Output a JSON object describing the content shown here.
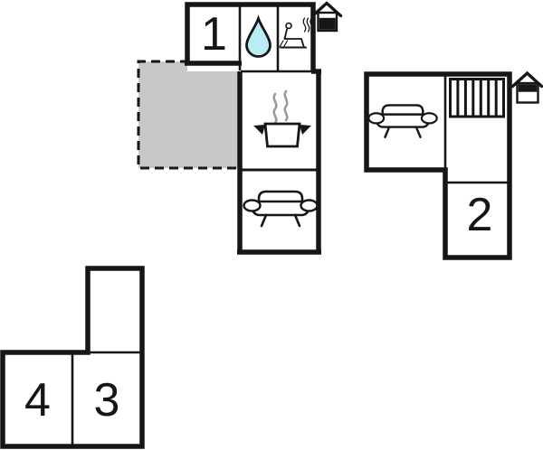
{
  "palette": {
    "wall": "#161616",
    "terrace_fill": "#c8c8c8",
    "water_drop_fill": "#b7edf3",
    "steam": "#9a9a9a",
    "background": "#ffffff"
  },
  "rooms": {
    "room1": {
      "label": "1",
      "features": [
        "water-drop-icon",
        "sauna-icon"
      ]
    },
    "room2": {
      "label": "2"
    },
    "room3": {
      "label": "3"
    },
    "room4": {
      "label": "4"
    },
    "kitchen": {
      "feature": "cooking-pot-icon"
    },
    "living_room_main": {
      "feature": "sofa-icon"
    },
    "living_room_annex": {
      "feature": "sofa-icon"
    },
    "stairs_area": {
      "feature": "stairs-icon"
    },
    "terrace": {
      "style": "gray-dashed"
    }
  },
  "entrances": [
    {
      "icon": "entrance-house-icon",
      "location": "main-building-top-right"
    },
    {
      "icon": "entrance-house-icon",
      "location": "annex-building-top-right"
    }
  ]
}
